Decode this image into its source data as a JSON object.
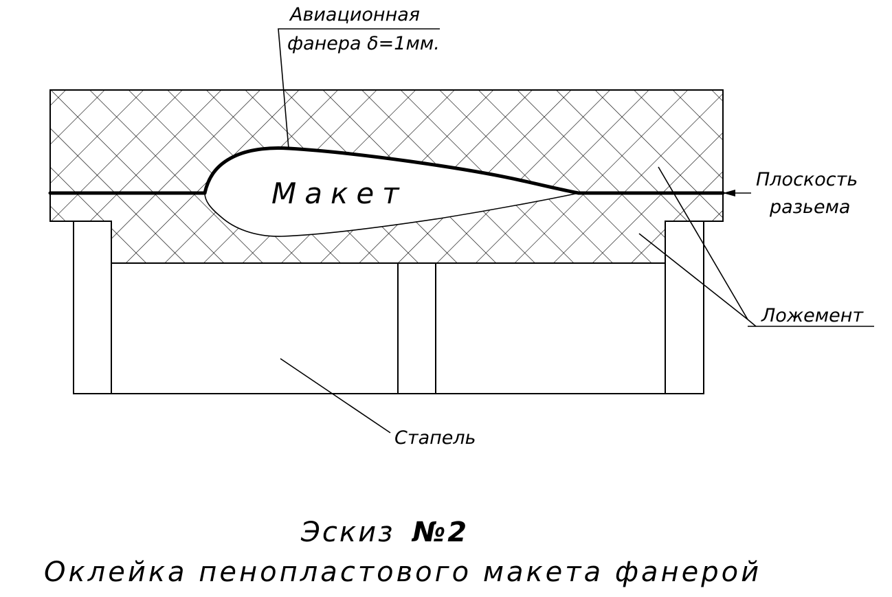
{
  "labels": {
    "plywood_line1": "Авиационная",
    "plywood_line2": "фанера  δ=1мм.",
    "model": "Макет",
    "parting_line1": "Плоскость",
    "parting_line2": "разьема",
    "cradle": "Ложемент",
    "slipway": "Стапель"
  },
  "title": {
    "prefix": "Эскиз",
    "number": "№2",
    "subtitle": "Оклейка  пенопластового  макета  фанерой"
  }
}
